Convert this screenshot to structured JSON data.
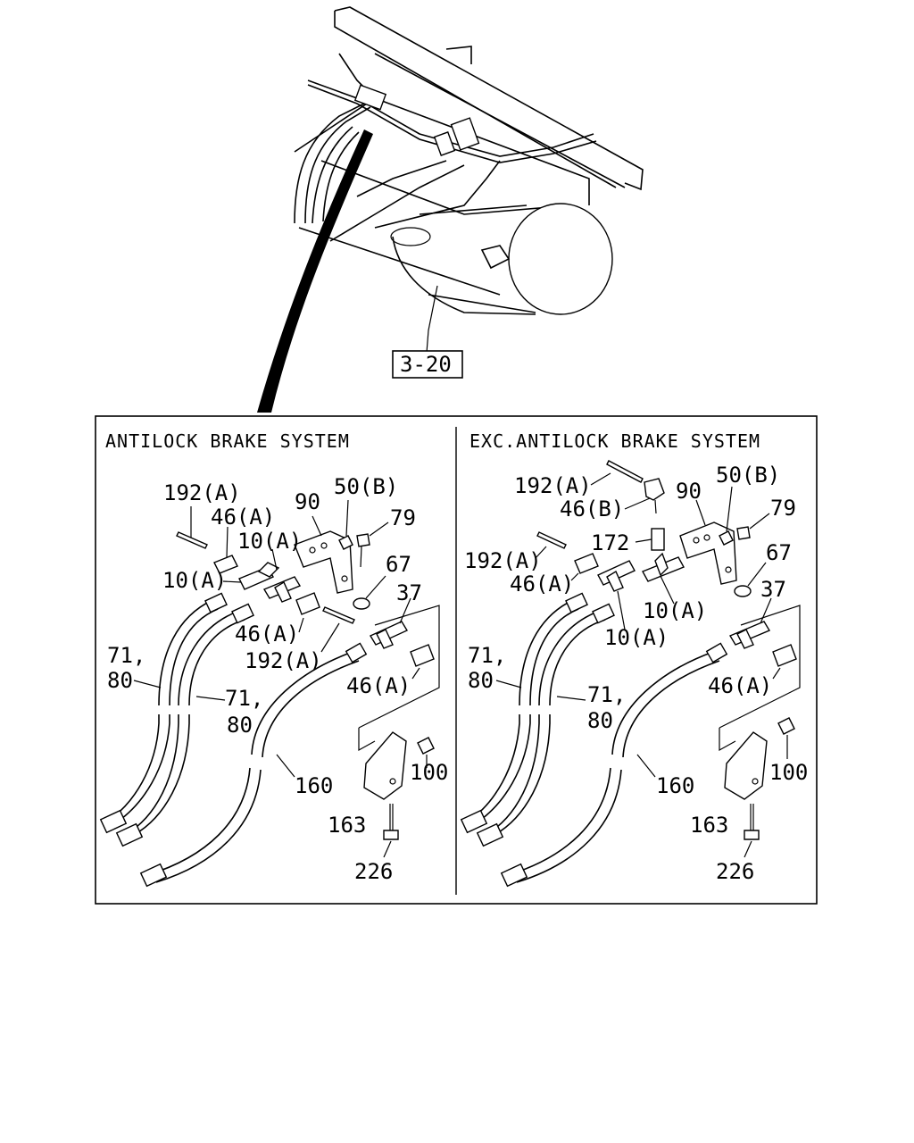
{
  "overview": {
    "ref_box": "3-20"
  },
  "panels": [
    {
      "title": "ANTILOCK BRAKE SYSTEM",
      "callouts": [
        "192(A)",
        "46(A)",
        "90",
        "50(B)",
        "79",
        "10(A)",
        "10(A)",
        "67",
        "37",
        "46(A)",
        "192(A)",
        "71,",
        "80",
        "71,",
        "80",
        "46(A)",
        "160",
        "100",
        "163",
        "226"
      ]
    },
    {
      "title": "EXC.ANTILOCK BRAKE SYSTEM",
      "callouts": [
        "192(A)",
        "46(B)",
        "90",
        "50(B)",
        "79",
        "172",
        "192(A)",
        "46(A)",
        "67",
        "10(A)",
        "37",
        "10(A)",
        "71,",
        "80",
        "71,",
        "80",
        "46(A)",
        "160",
        "100",
        "163",
        "226"
      ]
    }
  ]
}
